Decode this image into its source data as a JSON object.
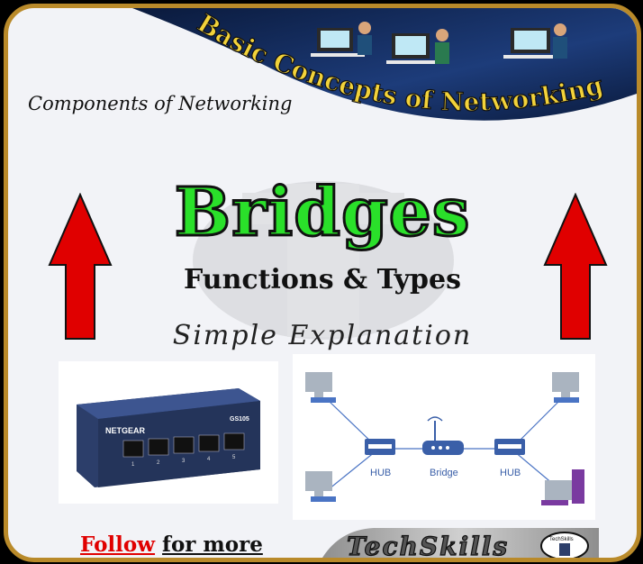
{
  "banner": {
    "title": "Basic Concepts of Networking"
  },
  "subtitle": "Components of Networking",
  "title": "Bridges",
  "subhead": "Functions & Types",
  "explanation": "Simple Explanation",
  "switch_photo": {
    "brand": "NETGEAR",
    "model": "GS105",
    "ports": [
      "1",
      "2",
      "3",
      "4",
      "5"
    ]
  },
  "diagram": {
    "left_hub": "HUB",
    "bridge": "Bridge",
    "right_hub": "HUB"
  },
  "footer": {
    "follow": "Follow",
    "for_more": "for more",
    "brand": "TechSkills",
    "badge": "TechSkills"
  },
  "colors": {
    "border": "#b98a2a",
    "title_green": "#2ae02a",
    "arrow_red": "#e00000",
    "hub_blue": "#3a5fa8"
  }
}
